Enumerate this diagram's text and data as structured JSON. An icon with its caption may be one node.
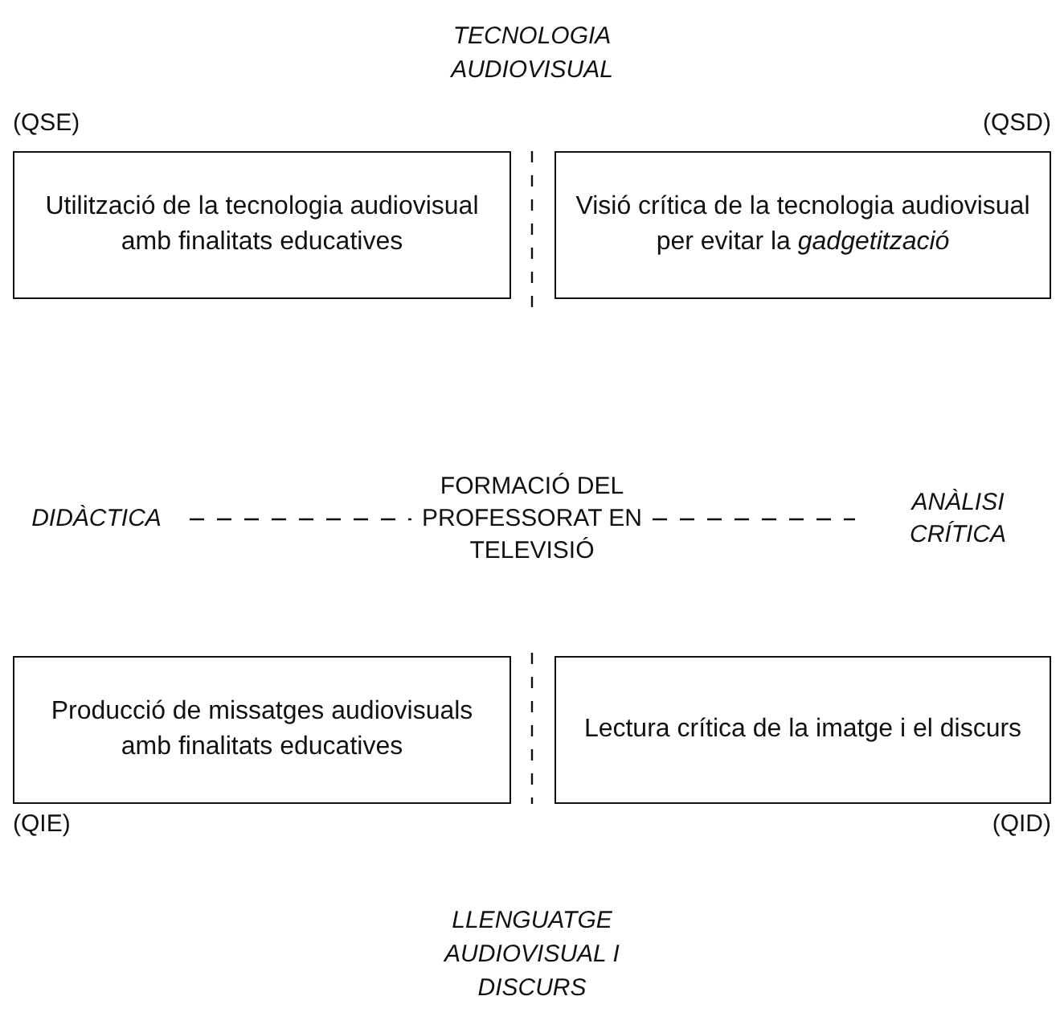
{
  "diagram": {
    "nodes": [
      {
        "text": [
          "Utilització de la tecnologia audiovisual amb finalitats educatives"
        ],
        "beside": [
          "(QSE)"
        ]
      },
      {
        "text": [
          "Visió crítica de la tecnologia audiovisual per evitar la *gadgetització*"
        ],
        "beside": [
          "(QSD)"
        ]
      },
      {
        "text": [
          "DIDÀCTICA"
        ]
      },
      {
        "text": [
          "FORMACIÓ DEL PROFESSORAT EN TELEVISIÓ"
        ]
      },
      {
        "text": [
          "ANÀLISI CRÍTICA"
        ]
      },
      {
        "text": [
          "Producció de missatges audiovisuals amb finalitats educatives"
        ],
        "beside": [
          "(QIE)"
        ]
      },
      {
        "text": [
          "Lectura crítica de la imatge i el discurs"
        ],
        "beside": [
          "(QID)"
        ]
      }
    ],
    "edges": [
      {
        "from": 2,
        "to": 3,
        "arrow": "none",
        "style": "dashed"
      },
      {
        "from": 3,
        "to": 4,
        "arrow": "none",
        "style": "dashed"
      }
    ],
    "labels": [
      "TECNOLOGIA AUDIOVISUAL",
      "LLENGUATGE AUDIOVISUAL I DISCURS"
    ]
  }
}
